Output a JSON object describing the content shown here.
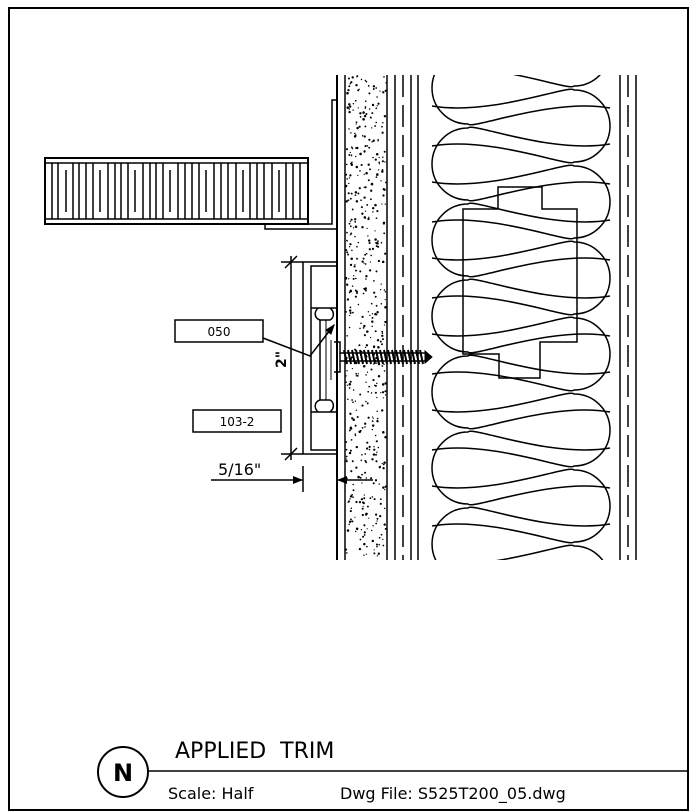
{
  "callouts": {
    "part_a": "050",
    "part_b": "103-2"
  },
  "dimensions": {
    "height": "2\"",
    "offset": "5/16\""
  },
  "title_block": {
    "detail_letter": "N",
    "title": "APPLIED  TRIM",
    "scale": "Scale: Half",
    "dwg_file": "Dwg File: S525T200_05.dwg"
  }
}
